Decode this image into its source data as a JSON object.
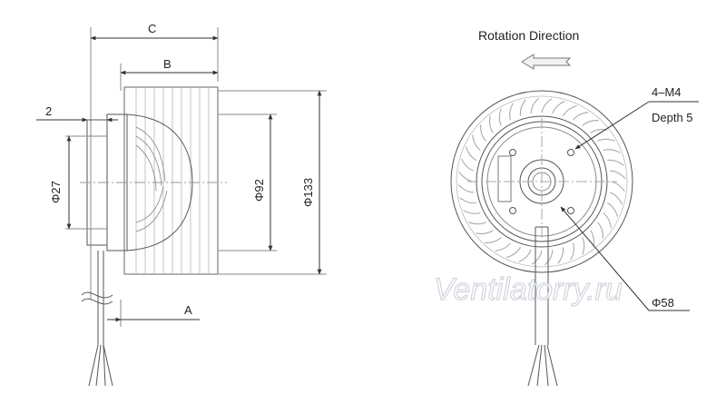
{
  "side_view": {
    "dim_c": "C",
    "dim_b": "B",
    "dim_2": "2",
    "dim_phi27": "Φ27",
    "dim_phi92": "Φ92",
    "dim_phi133": "Φ133",
    "dim_a": "A"
  },
  "front_view": {
    "rotation_title": "Rotation  Direction",
    "label_4m4": "4–M4",
    "label_depth": "Depth 5",
    "label_phi58": "Φ58"
  },
  "watermark": "Ventilatorry.ru",
  "colors": {
    "line": "#555555",
    "light_line": "#9a9a9a",
    "text": "#222222"
  }
}
